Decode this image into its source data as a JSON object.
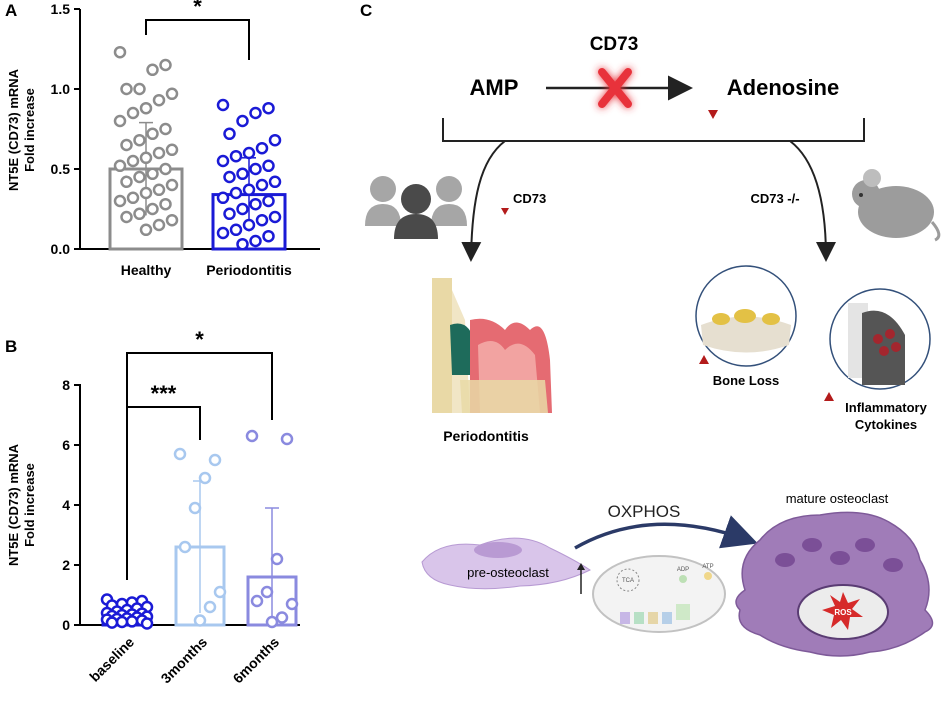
{
  "panels": {
    "a": {
      "letter": "A"
    },
    "b": {
      "letter": "B"
    },
    "c": {
      "letter": "C"
    }
  },
  "chart_data": [
    {
      "type": "bar",
      "panel": "A",
      "ylabel_line1": "NT5E (CD73) mRNA",
      "ylabel_line2": "Fold increase",
      "ylim": [
        0,
        1.5
      ],
      "yticks": [
        "0.0",
        "0.5",
        "1.0",
        "1.5"
      ],
      "categories": [
        "Healthy",
        "Periodontitis"
      ],
      "values": [
        0.5,
        0.34
      ],
      "error_sd": [
        0.29,
        0.23
      ],
      "colors": [
        "#8c8c8c",
        "#1a1ad6"
      ],
      "points": [
        [
          1.23,
          1.15,
          1.12,
          1.0,
          1.0,
          0.97,
          0.93,
          0.88,
          0.85,
          0.8,
          0.75,
          0.72,
          0.68,
          0.65,
          0.62,
          0.6,
          0.57,
          0.55,
          0.52,
          0.5,
          0.47,
          0.45,
          0.42,
          0.4,
          0.37,
          0.35,
          0.32,
          0.3,
          0.28,
          0.25,
          0.22,
          0.2,
          0.18,
          0.15,
          0.12
        ],
        [
          0.9,
          0.88,
          0.85,
          0.8,
          0.72,
          0.68,
          0.63,
          0.6,
          0.58,
          0.55,
          0.52,
          0.5,
          0.47,
          0.45,
          0.42,
          0.4,
          0.37,
          0.35,
          0.32,
          0.3,
          0.28,
          0.25,
          0.22,
          0.2,
          0.18,
          0.15,
          0.12,
          0.1,
          0.08,
          0.05,
          0.03
        ]
      ],
      "significance": [
        {
          "from": 0,
          "to": 1,
          "label": "*"
        }
      ]
    },
    {
      "type": "bar",
      "panel": "B",
      "ylabel_line1": "NT5E (CD73) mRNA",
      "ylabel_line2": "Fold increase",
      "ylim": [
        0,
        8
      ],
      "yticks": [
        "0",
        "2",
        "4",
        "6",
        "8"
      ],
      "categories": [
        "baseline",
        "3months",
        "6months"
      ],
      "values": [
        0.3,
        2.6,
        1.6
      ],
      "error_sd": [
        0.2,
        2.2,
        2.3
      ],
      "colors": [
        "#1a1ad6",
        "#a8c8ef",
        "#8a8adf"
      ],
      "points": [
        [
          0.85,
          0.8,
          0.75,
          0.7,
          0.65,
          0.6,
          0.55,
          0.5,
          0.45,
          0.4,
          0.38,
          0.35,
          0.33,
          0.3,
          0.28,
          0.25,
          0.22,
          0.2,
          0.18,
          0.15,
          0.12,
          0.1,
          0.08,
          0.05
        ],
        [
          5.7,
          5.5,
          4.9,
          3.9,
          2.6,
          1.1,
          0.6,
          0.15
        ],
        [
          6.3,
          6.2,
          2.2,
          1.1,
          0.8,
          0.7,
          0.25,
          0.1
        ]
      ],
      "significance": [
        {
          "from": 0,
          "to": 1,
          "label": "***"
        },
        {
          "from": 0,
          "to": 2,
          "label": "*"
        }
      ]
    }
  ],
  "diagram": {
    "cd73": "CD73",
    "amp": "AMP",
    "adenosine": "Adenosine",
    "human_cd73": "CD73",
    "mouse_cd73": "CD73 -/-",
    "periodontitis": "Periodontitis",
    "bone_loss": "Bone Loss",
    "cytokines_line1": "Inflammatory",
    "cytokines_line2": "Cytokines",
    "oxphos": "OXPHOS",
    "pre_osteoclast": "pre-osteoclast",
    "mature_osteoclast": "mature osteoclast",
    "ros": "ROS",
    "mito_tca": "TCA",
    "mito_atp": "ATP",
    "mito_adp": "ADP"
  }
}
